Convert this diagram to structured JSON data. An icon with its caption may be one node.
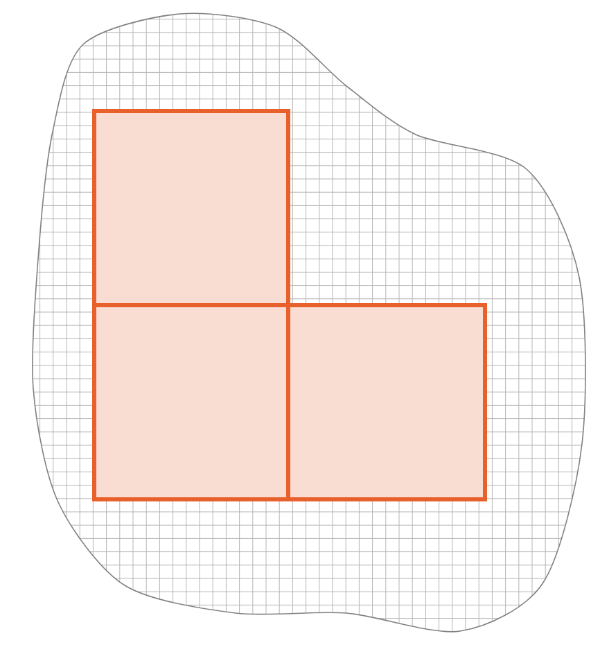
{
  "diagram": {
    "nodes": [
      {
        "text": [],
        "shape": "blob"
      },
      {
        "text": [],
        "shape": "box",
        "in": 0
      },
      {
        "text": [],
        "shape": "box",
        "in": 0
      },
      {
        "text": [],
        "shape": "box",
        "in": 0
      }
    ]
  }
}
